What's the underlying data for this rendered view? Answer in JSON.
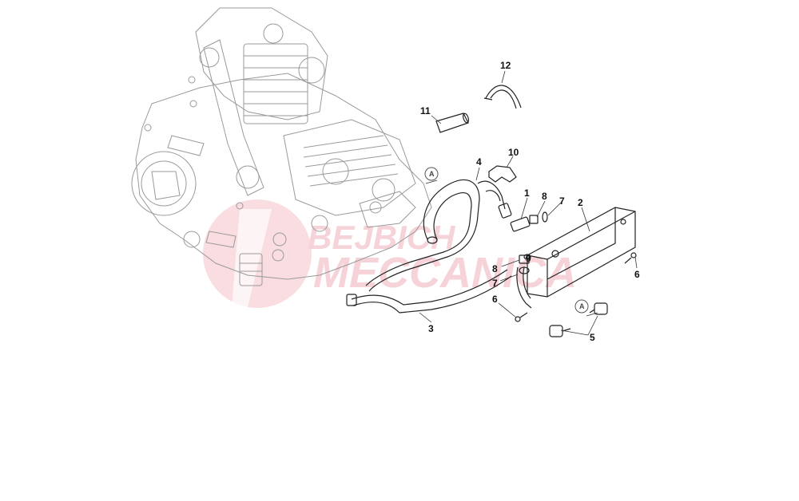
{
  "diagram": {
    "watermark": {
      "text_line1": "BEJBICH",
      "text_line2": "MECCANICA",
      "color": "#e06070"
    },
    "callouts": [
      "1",
      "2",
      "3",
      "4",
      "5",
      "6",
      "6",
      "7",
      "7",
      "8",
      "8",
      "9",
      "10",
      "11",
      "12"
    ],
    "reference_markers": [
      "A",
      "A"
    ],
    "colors": {
      "line": "#9a9a9a",
      "part": "#222222",
      "logo": "#f2b6bd"
    }
  }
}
